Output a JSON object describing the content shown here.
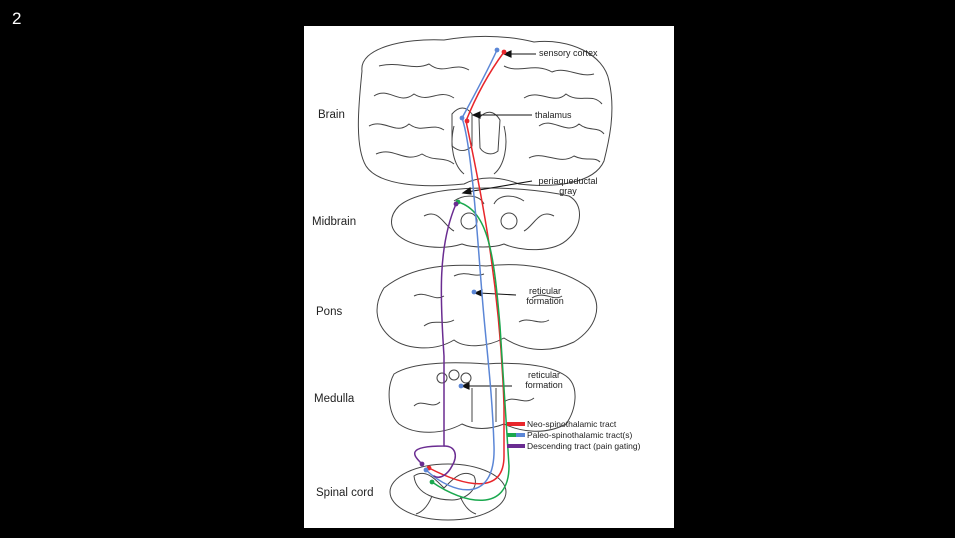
{
  "slide": {
    "number": "2"
  },
  "figure": {
    "levels": {
      "brain": "Brain",
      "midbrain": "Midbrain",
      "pons": "Pons",
      "medulla": "Medulla",
      "spinal_cord": "Spinal cord"
    },
    "structures": {
      "sensory_cortex": "sensory cortex",
      "thalamus": "thalamus",
      "periaqueductal_gray": "periaqueductal gray",
      "reticular_formation_pons": "reticular formation",
      "reticular_formation_medulla": "reticular formation"
    },
    "legend": [
      {
        "label": "Neo-spinothalamic tract",
        "colors": [
          "#e8262b"
        ]
      },
      {
        "label": "Paleo-spinothalamic tract(s)",
        "colors": [
          "#1aa84e",
          "#5b86d6"
        ]
      },
      {
        "label": "Descending tract (pain gating)",
        "colors": [
          "#6a2c91"
        ]
      }
    ],
    "tract_colors": {
      "neo": "#e8262b",
      "paleo_green": "#1aa84e",
      "paleo_blue": "#5b86d6",
      "descending": "#6a2c91"
    }
  }
}
